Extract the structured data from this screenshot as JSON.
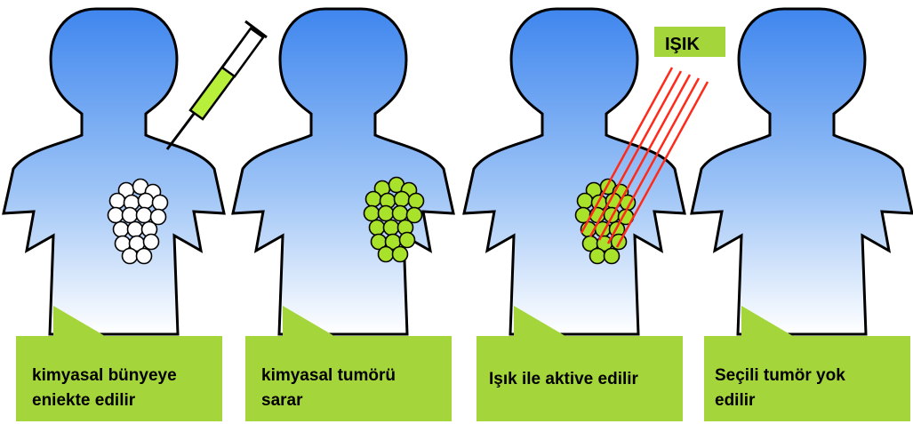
{
  "panels": [
    {
      "id": 1,
      "caption_lines": [
        "kimyasal bünyeye",
        "eniekte edilir"
      ],
      "cells": "white"
    },
    {
      "id": 2,
      "caption_lines": [
        "kimyasal tumörü",
        "sarar"
      ],
      "cells": "green"
    },
    {
      "id": 3,
      "caption_lines": [
        "Işık ile aktive edilir"
      ],
      "cells": "green-lit"
    },
    {
      "id": 4,
      "caption_lines": [
        "Seçili tumör yok",
        "edilir"
      ],
      "cells": "none"
    }
  ],
  "light_label": "IŞIK",
  "colors": {
    "body_top": "#3f86ee",
    "body_bottom": "#ffffff",
    "caption_bg": "#a4d63b",
    "cell_green": "#a8e22a",
    "cell_white": "#ffffff",
    "light_ray": "#ff2a1a",
    "syringe_fluid": "#b8ef3a"
  },
  "icons": [
    "syringe-icon",
    "light-rays-icon",
    "tumor-cells-icon"
  ]
}
